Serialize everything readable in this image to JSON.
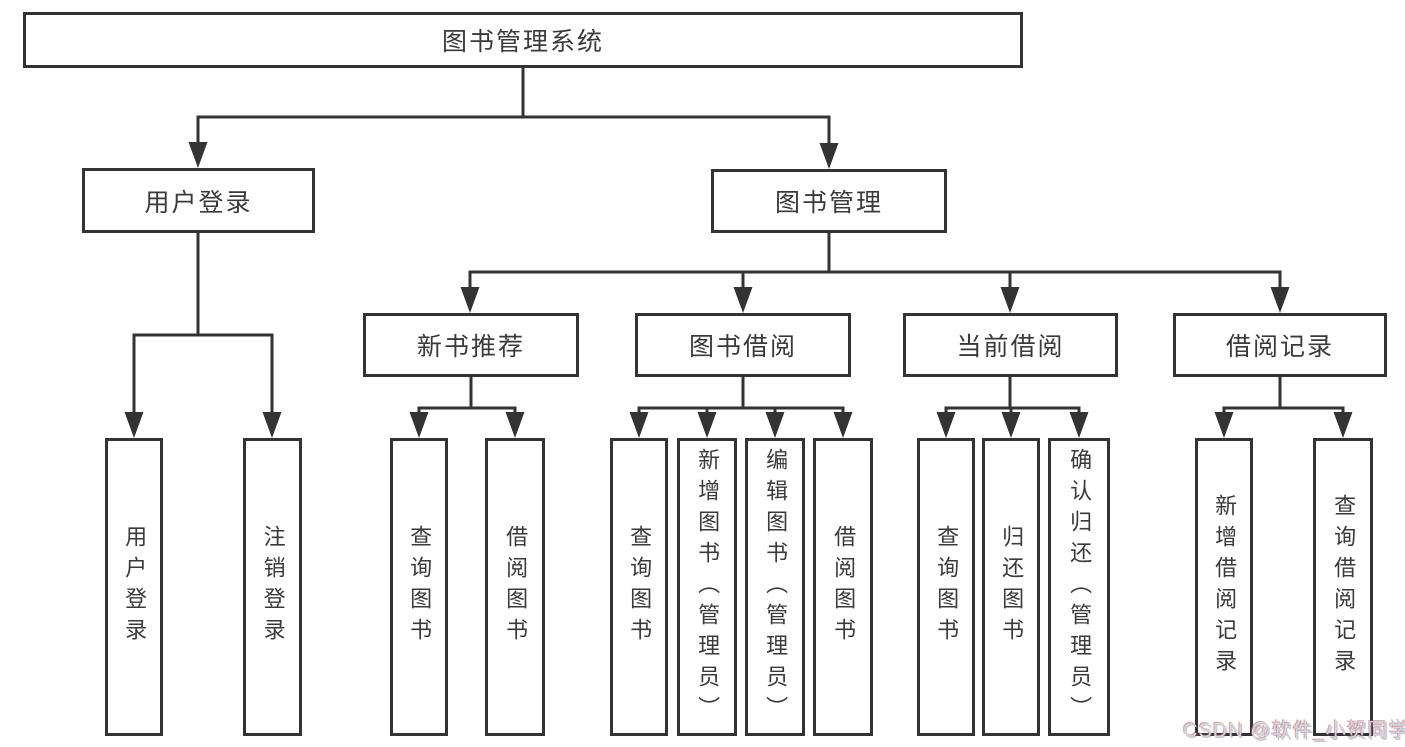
{
  "tree": {
    "label": "图书管理系统",
    "children": [
      {
        "label": "用户登录",
        "children": [
          {
            "label": "用户登录"
          },
          {
            "label": "注销登录"
          }
        ]
      },
      {
        "label": "图书管理",
        "children": [
          {
            "label": "新书推荐",
            "children": [
              {
                "label": "查询图书"
              },
              {
                "label": "借阅图书"
              }
            ]
          },
          {
            "label": "图书借阅",
            "children": [
              {
                "label": "查询图书"
              },
              {
                "label": "新增图书（管理员）"
              },
              {
                "label": "编辑图书（管理员）"
              },
              {
                "label": "借阅图书"
              }
            ]
          },
          {
            "label": "当前借阅",
            "children": [
              {
                "label": "查询图书"
              },
              {
                "label": "归还图书"
              },
              {
                "label": "确认归还（管理员）"
              }
            ]
          },
          {
            "label": "借阅记录",
            "children": [
              {
                "label": "新增借阅记录"
              },
              {
                "label": "查询借阅记录"
              }
            ]
          }
        ]
      }
    ]
  },
  "watermark": "CSDN @软件_小贺同学",
  "colors": {
    "line": "#333333",
    "text": "#3a3a3a",
    "background": "#ffffff",
    "watermark_text": "#d6d6d6"
  }
}
